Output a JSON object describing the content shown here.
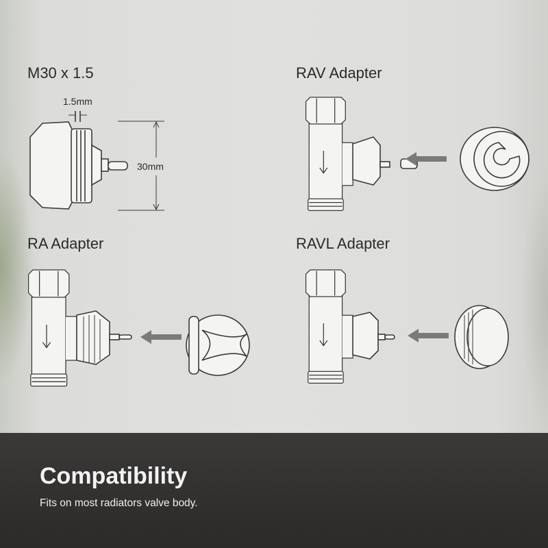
{
  "sections": [
    {
      "label": "M30 x 1.5",
      "dimensions": {
        "thread_pitch": "1.5mm",
        "diameter": "30mm"
      }
    },
    {
      "label": "RAV Adapter"
    },
    {
      "label": "RA Adapter"
    },
    {
      "label": "RAVL Adapter"
    }
  ],
  "footer": {
    "title": "Compatibility",
    "subtitle": "Fits on most radiators valve body."
  },
  "colors": {
    "band": "#2e2c2b",
    "line": "#3a3a3a",
    "arrow": "#7a7a7a"
  }
}
